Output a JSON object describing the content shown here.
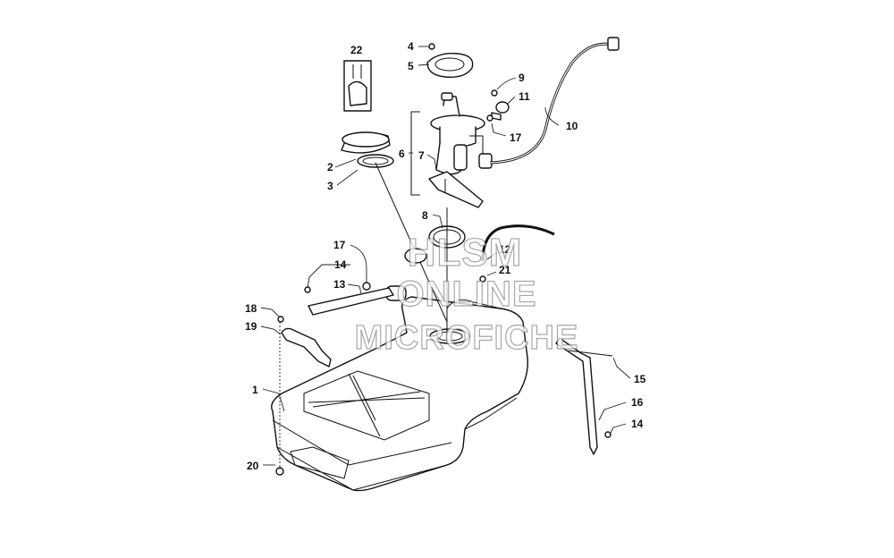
{
  "watermark": {
    "line1": "HLSM",
    "line2": "ONLINE",
    "line3": "MICROFICHE"
  },
  "callouts": {
    "c1": "1",
    "c2": "2",
    "c3": "3",
    "c4": "4",
    "c5": "5",
    "c6": "6",
    "c7": "7",
    "c8": "8",
    "c9": "9",
    "c10": "10",
    "c11": "11",
    "c12": "12",
    "c13": "13",
    "c14a": "14",
    "c14b": "14",
    "c15": "15",
    "c16": "16",
    "c17a": "17",
    "c17b": "17",
    "c18": "18",
    "c19": "19",
    "c20": "20",
    "c21": "21",
    "c22": "22"
  }
}
